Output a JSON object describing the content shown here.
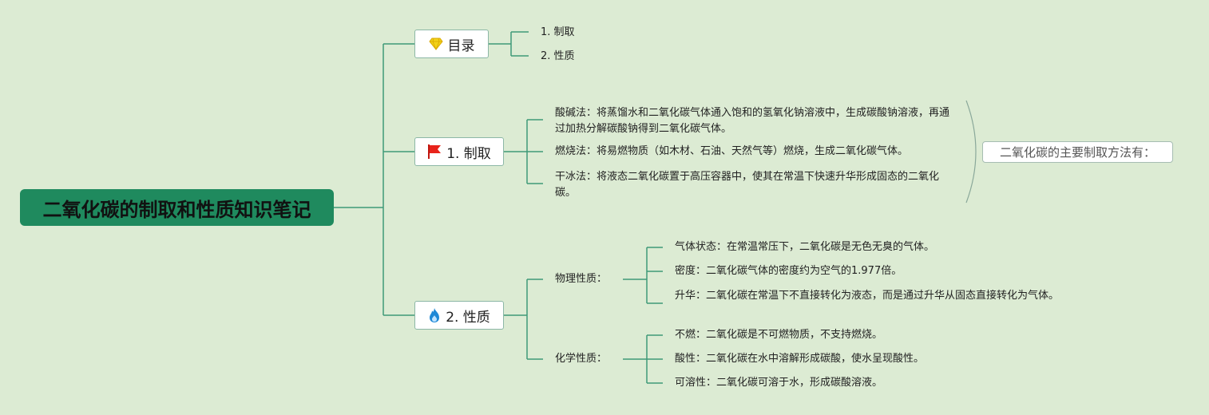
{
  "root": {
    "title": "二氧化碳的制取和性质知识笔记"
  },
  "branches": {
    "toc": {
      "label": "目录",
      "icon": "diamond-icon"
    },
    "prep": {
      "label": "1. 制取",
      "icon": "red-flag-icon"
    },
    "props": {
      "label": "2. 性质",
      "icon": "fire-icon"
    }
  },
  "toc_items": [
    "1. 制取",
    "2. 性质"
  ],
  "prep_items": [
    "酸碱法：将蒸馏水和二氧化碳气体通入饱和的氢氧化钠溶液中，生成碳酸钠溶液，再通过加热分解碳酸钠得到二氧化碳气体。",
    "燃烧法：将易燃物质（如木材、石油、天然气等）燃烧，生成二氧化碳气体。",
    "干冰法：将液态二氧化碳置于高压容器中，使其在常温下快速升华形成固态的二氧化碳。"
  ],
  "prep_summary": "二氧化碳的主要制取方法有：",
  "physical": {
    "label": "物理性质：",
    "items": [
      "气体状态：在常温常压下，二氧化碳是无色无臭的气体。",
      "密度：二氧化碳气体的密度约为空气的1.977倍。",
      "升华：二氧化碳在常温下不直接转化为液态，而是通过升华从固态直接转化为气体。"
    ]
  },
  "chemical": {
    "label": "化学性质：",
    "items": [
      "不燃：二氧化碳是不可燃物质，不支持燃烧。",
      "酸性：二氧化碳在水中溶解形成碳酸，使水呈现酸性。",
      "可溶性：二氧化碳可溶于水，形成碳酸溶液。"
    ]
  },
  "colors": {
    "background": "#dcebd3",
    "root_fill": "#1f8a5e",
    "connector": "#3f9a78",
    "flag": "#e8231b",
    "fire": "#1e88d6",
    "diamond": "#f2d21a"
  }
}
